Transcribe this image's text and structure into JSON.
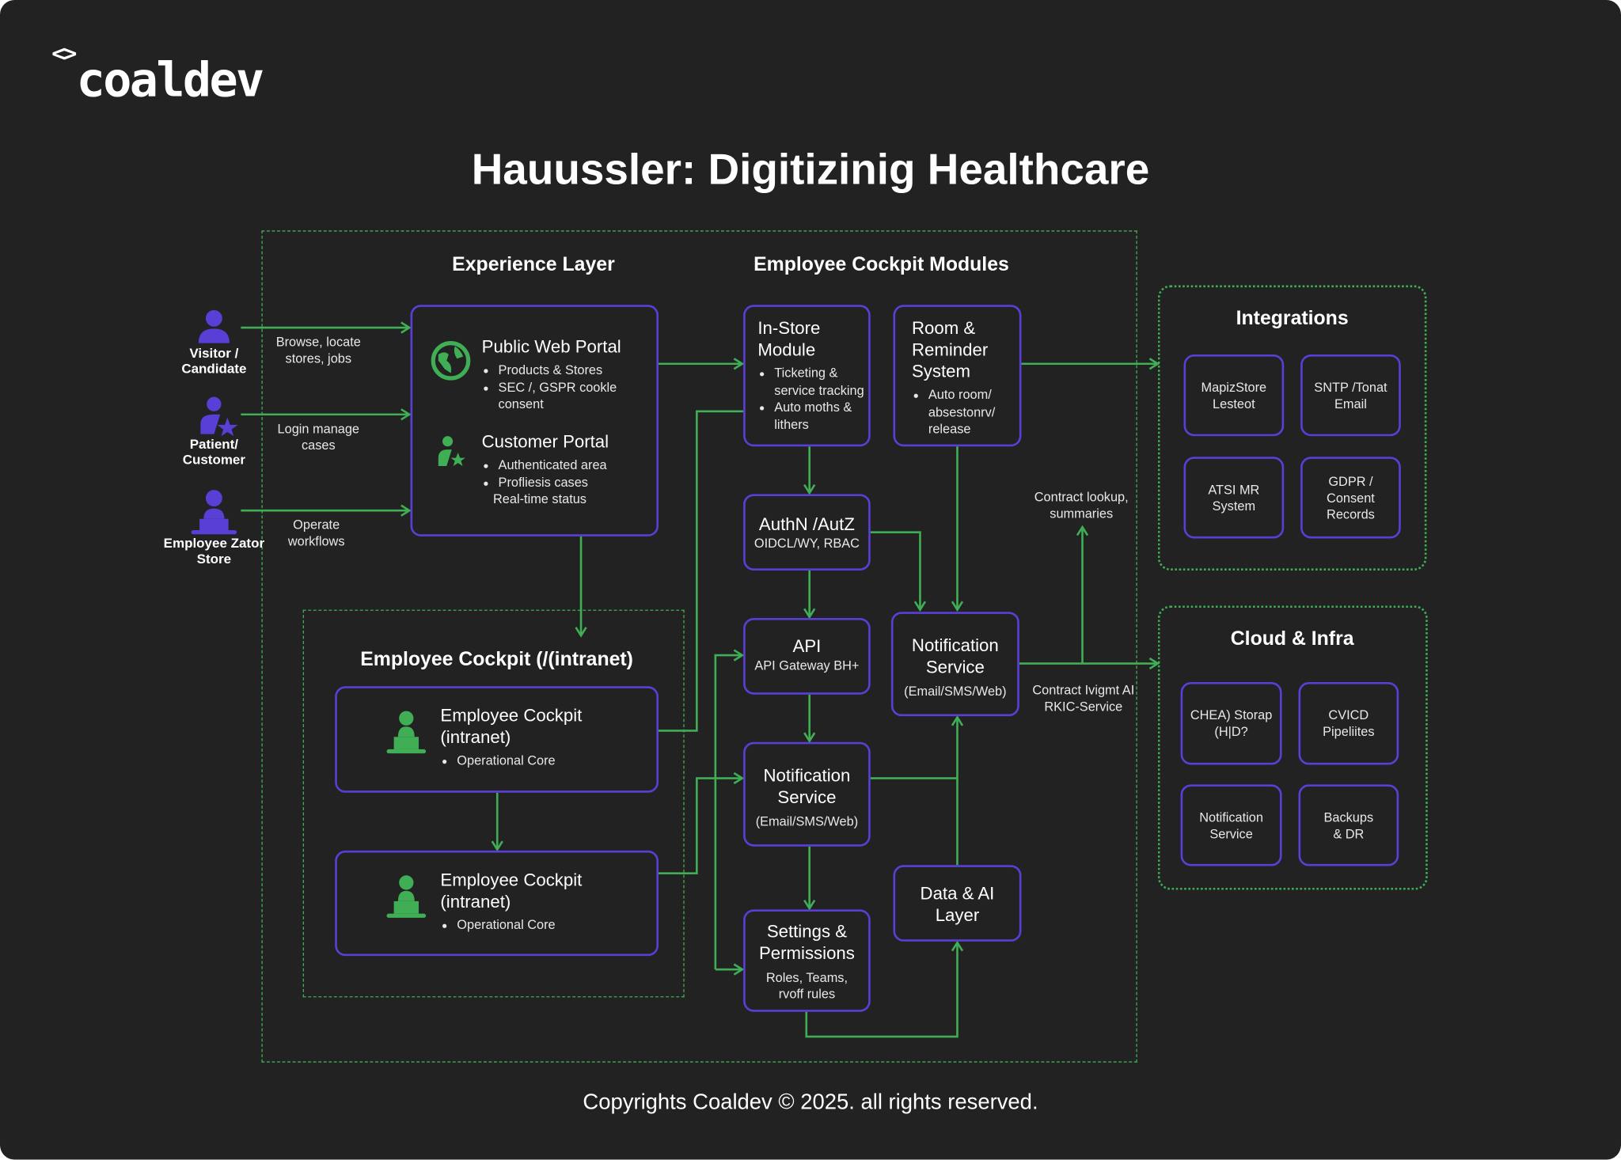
{
  "logo": {
    "brackets": "<>",
    "wordmark": "coaldev"
  },
  "title": "Hauussler: Digitizinig Healthcare",
  "sections": {
    "experience": "Experience Layer",
    "modules": "Employee Cockpit Modules",
    "cockpit_group": "Employee Cockpit (/(intranet)",
    "integrations": "Integrations",
    "cloud": "Cloud & Infra"
  },
  "actors": [
    {
      "label": "Visitor / Candidate",
      "flow": "Browse, locate stores, jobs",
      "icon": "person-icon"
    },
    {
      "label": "Patient/ Customer",
      "flow": "Login manage cases",
      "icon": "person-star-icon"
    },
    {
      "label": "Employee Zator Store",
      "flow": "Operate workflows",
      "icon": "employee-laptop-icon"
    }
  ],
  "public_portal": {
    "title": "Public Web Portal",
    "bullets": [
      "Products & Stores",
      "SEC /, GSPR cookle consent"
    ]
  },
  "customer_portal": {
    "title": "Customer Portal",
    "bullets": [
      "Authenticated area",
      "Profliesis cases"
    ],
    "extra": "Real-time status"
  },
  "cockpits": [
    {
      "title": "Employee Cockpit (intranet)",
      "bullet": "Operational Core"
    },
    {
      "title": "Employee Cockpit (intranet)",
      "bullet": "Operational Core"
    }
  ],
  "modules": {
    "instore": {
      "title": "In-Store Module",
      "bullets": [
        "Ticketing & service tracking",
        "Auto moths & lithers"
      ]
    },
    "room": {
      "title": "Room & Reminder System",
      "bullets": [
        "Auto room/ absestonrv/ release"
      ]
    },
    "auth": {
      "title": "AuthN /AutZ",
      "sub": "OIDCL/WY, RBAC"
    },
    "api": {
      "title": "API",
      "sub": "API Gateway BH+"
    },
    "notif1": {
      "title": "Notification Service",
      "sub": "(Email/SMS/Web)"
    },
    "settings": {
      "title": "Settings & Permissions",
      "sub": "Roles, Teams, rvoff rules"
    },
    "notif2": {
      "title": "Notification Service",
      "sub": "(Email/SMS/Web)"
    },
    "data_ai": {
      "title": "Data & AI Layer"
    }
  },
  "edge_labels": {
    "lookup": "Contract lookup, summaries",
    "mgmt": "Contract Ivigmt AI RKIC-Service"
  },
  "integrations": [
    "MapizStore Lesteot",
    "SNTP /Tonat Email",
    "ATSI MR System",
    "GDPR / Consent Records"
  ],
  "cloud": [
    "CHEA) Storap (H|D?",
    "CVICD Pipeliites",
    "Notification Service",
    "Backups & DR"
  ],
  "footer": "Copyrights Coaldev © 2025. all rights reserved.",
  "colors": {
    "background": "#222222",
    "box_border": "#5a3fd6",
    "connector": "#3fae54",
    "actor_icon": "#5a3fd6",
    "portal_icon": "#3fae54"
  }
}
